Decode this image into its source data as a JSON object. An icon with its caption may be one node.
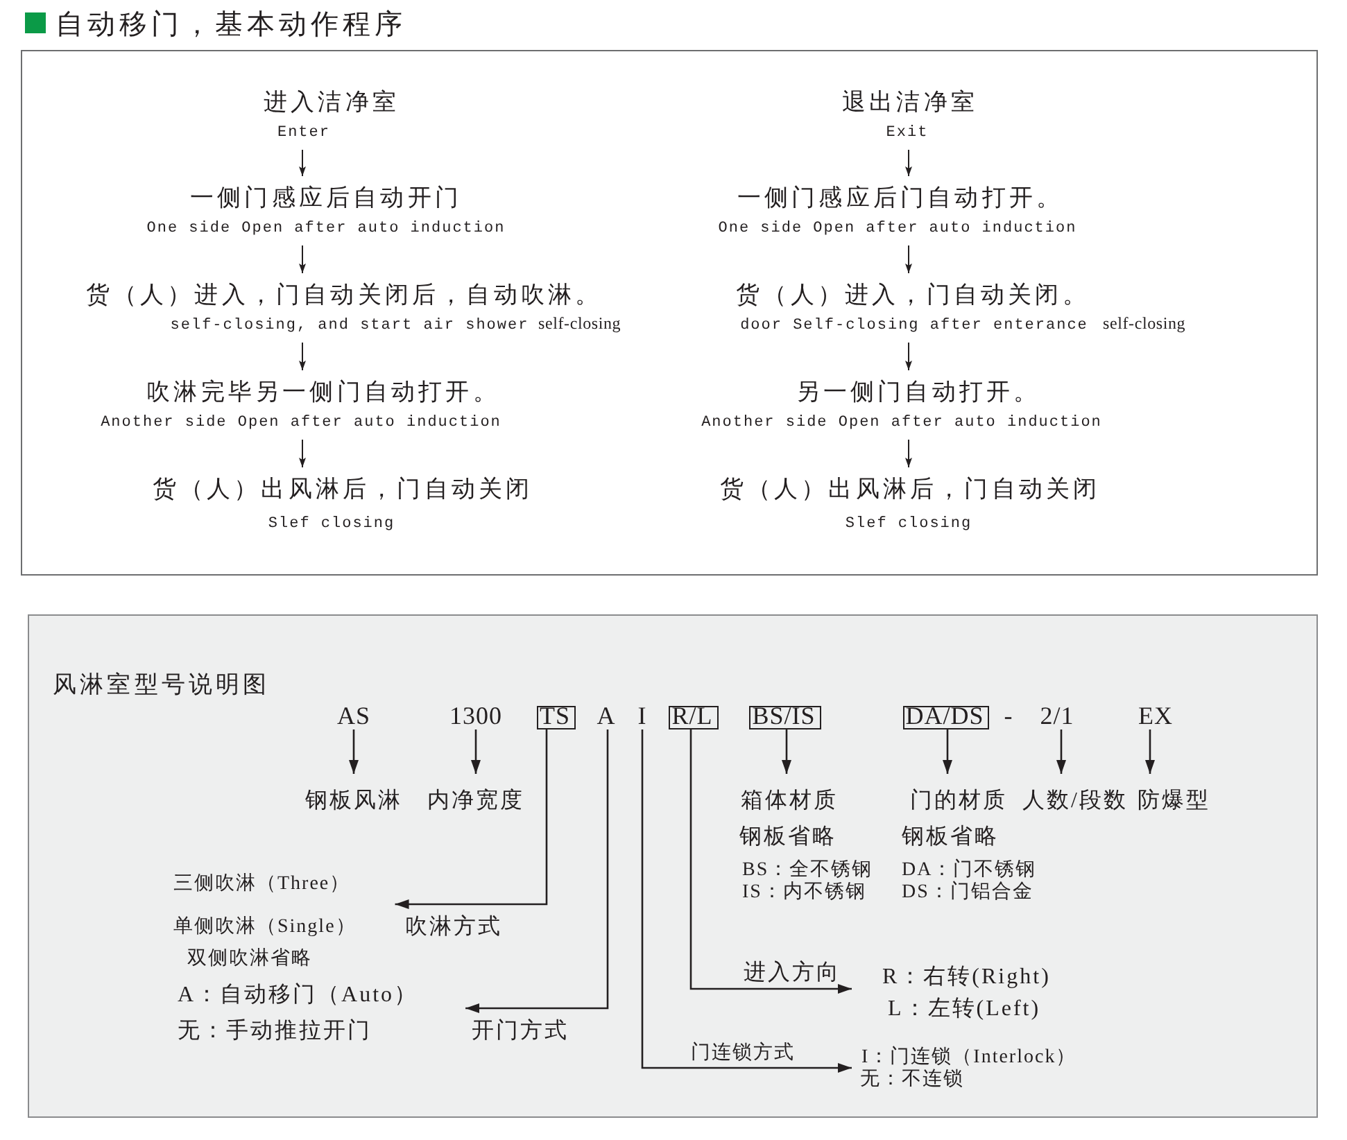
{
  "diagram": {
    "title": "自动移门，基本动作程序",
    "nodes": [
      {
        "text": [],
        "shape": "box"
      },
      {
        "text": [
          "进入洁净室",
          "Enter"
        ],
        "in": 0
      },
      {
        "text": [
          "一侧门感应后自动开门",
          "One side Open after auto induction"
        ],
        "in": 0
      },
      {
        "text": [
          "货（人）进入，门自动关闭后，自动吹淋。",
          "self-closing, and start air shower"
        ],
        "beside": [
          "self-closing"
        ],
        "in": 0
      },
      {
        "text": [
          "吹淋完毕另一侧门自动打开。",
          "Another side Open after auto induction"
        ],
        "in": 0
      },
      {
        "text": [
          "货（人）出风淋后，门自动关闭",
          "Slef closing"
        ],
        "in": 0
      },
      {
        "text": [
          "退出洁净室",
          "Exit"
        ],
        "in": 0
      },
      {
        "text": [
          "一侧门感应后门自动打开。",
          "One side Open after auto induction"
        ],
        "in": 0
      },
      {
        "text": [
          "货（人）进入，门自动关闭。",
          "door Self-closing after enterance"
        ],
        "beside": [
          "self-closing"
        ],
        "in": 0
      },
      {
        "text": [
          "另一侧门自动打开。",
          "Another side Open after auto induction"
        ],
        "in": 0
      },
      {
        "text": [
          "货（人）出风淋后，门自动关闭",
          "Slef closing"
        ],
        "in": 0
      },
      {
        "text": [
          "风淋室型号说明图"
        ]
      },
      {
        "text": [
          "AS"
        ],
        "in": 11
      },
      {
        "text": [
          "1300"
        ],
        "in": 11
      },
      {
        "text": [
          "TS"
        ],
        "in": 11
      },
      {
        "text": [
          "A"
        ],
        "in": 11
      },
      {
        "text": [
          "I"
        ],
        "in": 11
      },
      {
        "text": [
          "R/L"
        ],
        "in": 11
      },
      {
        "text": [
          "BS/IS"
        ],
        "in": 11
      },
      {
        "text": [
          "DA/DS"
        ],
        "in": 11
      },
      {
        "text": [
          "2/1"
        ],
        "in": 11
      },
      {
        "text": [
          "EX"
        ],
        "in": 11
      },
      {
        "text": [
          "钢板风淋"
        ],
        "in": 11
      },
      {
        "text": [
          "内净宽度"
        ],
        "in": 11
      },
      {
        "text": [
          "箱体材质",
          "钢板省略",
          "BS：全不锈钢",
          "IS：内不锈钢"
        ],
        "in": 11
      },
      {
        "text": [
          "门的材质",
          "钢板省略",
          "DA：门不锈钢",
          "DS：门铝合金"
        ],
        "in": 11
      },
      {
        "text": [
          "人数/段数"
        ],
        "in": 11
      },
      {
        "text": [
          "防爆型"
        ],
        "in": 11
      },
      {
        "text": [
          "三侧吹淋（Three）",
          "单侧吹淋（Single）",
          "双侧吹淋省略"
        ],
        "in": 11
      },
      {
        "text": [
          "A：自动移门（Auto）",
          "无：手动推拉开门"
        ],
        "in": 11
      },
      {
        "text": [
          "R：右转(Right)",
          "L：左转(Left)"
        ],
        "in": 11
      },
      {
        "text": [
          "I：门连锁（Interlock）",
          "无：不连锁"
        ],
        "in": 11
      }
    ],
    "edges": [
      {
        "from": 1,
        "to": 2,
        "arrow": "to"
      },
      {
        "from": 2,
        "to": 3,
        "arrow": "to"
      },
      {
        "from": 3,
        "to": 4,
        "arrow": "to"
      },
      {
        "from": 4,
        "to": 5,
        "arrow": "to"
      },
      {
        "from": 6,
        "to": 7,
        "arrow": "to"
      },
      {
        "from": 7,
        "to": 8,
        "arrow": "to"
      },
      {
        "from": 8,
        "to": 9,
        "arrow": "to"
      },
      {
        "from": 9,
        "to": 10,
        "arrow": "to"
      },
      {
        "from": 12,
        "to": 22,
        "arrow": "to"
      },
      {
        "from": 13,
        "to": 23,
        "arrow": "to"
      },
      {
        "from": 14,
        "to": 28,
        "arrow": "to",
        "label": "吹淋方式"
      },
      {
        "from": 15,
        "to": 29,
        "arrow": "to",
        "label": "开门方式"
      },
      {
        "from": 16,
        "to": 31,
        "arrow": "to",
        "label": "门连锁方式"
      },
      {
        "from": 17,
        "to": 30,
        "arrow": "to",
        "label": "进入方向"
      },
      {
        "from": 18,
        "to": 24,
        "arrow": "to"
      },
      {
        "from": 19,
        "to": 25,
        "arrow": "to"
      },
      {
        "from": 20,
        "to": 26,
        "arrow": "to"
      },
      {
        "from": 21,
        "to": 27,
        "arrow": "to"
      }
    ],
    "labels": [
      "-"
    ]
  }
}
